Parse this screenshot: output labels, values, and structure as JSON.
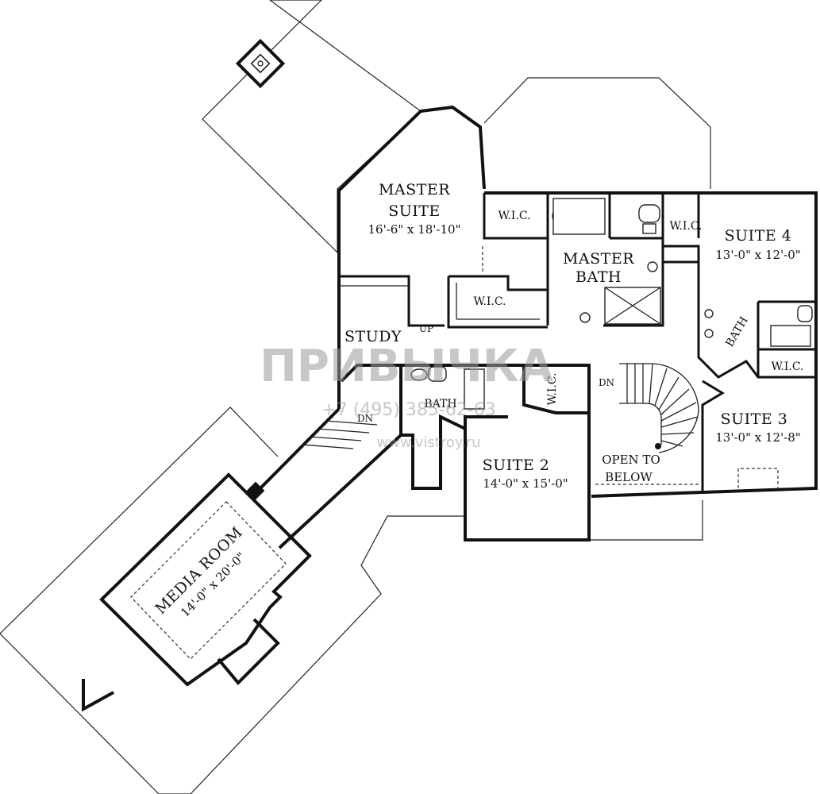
{
  "rooms": {
    "master_suite": {
      "name_line1": "MASTER",
      "name_line2": "SUITE",
      "size": "16'-6\" x 18'-10\""
    },
    "wic_master_1": {
      "name": "W.I.C."
    },
    "wic_master_2": {
      "name": "W.I.C."
    },
    "master_bath": {
      "name_line1": "MASTER",
      "name_line2": "BATH"
    },
    "wic_suite4": {
      "name": "W.I.C."
    },
    "suite_4": {
      "name": "SUITE 4",
      "size": "13'-0\" x 12'-0\""
    },
    "bath_suite4": {
      "name": "BATH"
    },
    "wic_suite3": {
      "name": "W.I.C."
    },
    "suite_3": {
      "name": "SUITE 3",
      "size": "13'-0\" x 12'-8\""
    },
    "study": {
      "name": "STUDY"
    },
    "bath_shared": {
      "name": "BATH"
    },
    "wic_suite2": {
      "name": "W.I.C."
    },
    "suite_2": {
      "name": "SUITE 2",
      "size": "14'-0\" x 15'-0\""
    },
    "open_to_below": {
      "name_line1": "OPEN TO",
      "name_line2": "BELOW"
    },
    "media_room": {
      "name": "MEDIA ROOM",
      "size": "14'-0\" x 20'-0\""
    }
  },
  "stairs": {
    "up": "UP",
    "dn_main": "DN",
    "dn_media": "DN"
  },
  "watermark": {
    "brand": "ПРИВЫЧКА",
    "phone": "+7 (495) 385-62-63",
    "site": "www.vistroy.ru"
  }
}
